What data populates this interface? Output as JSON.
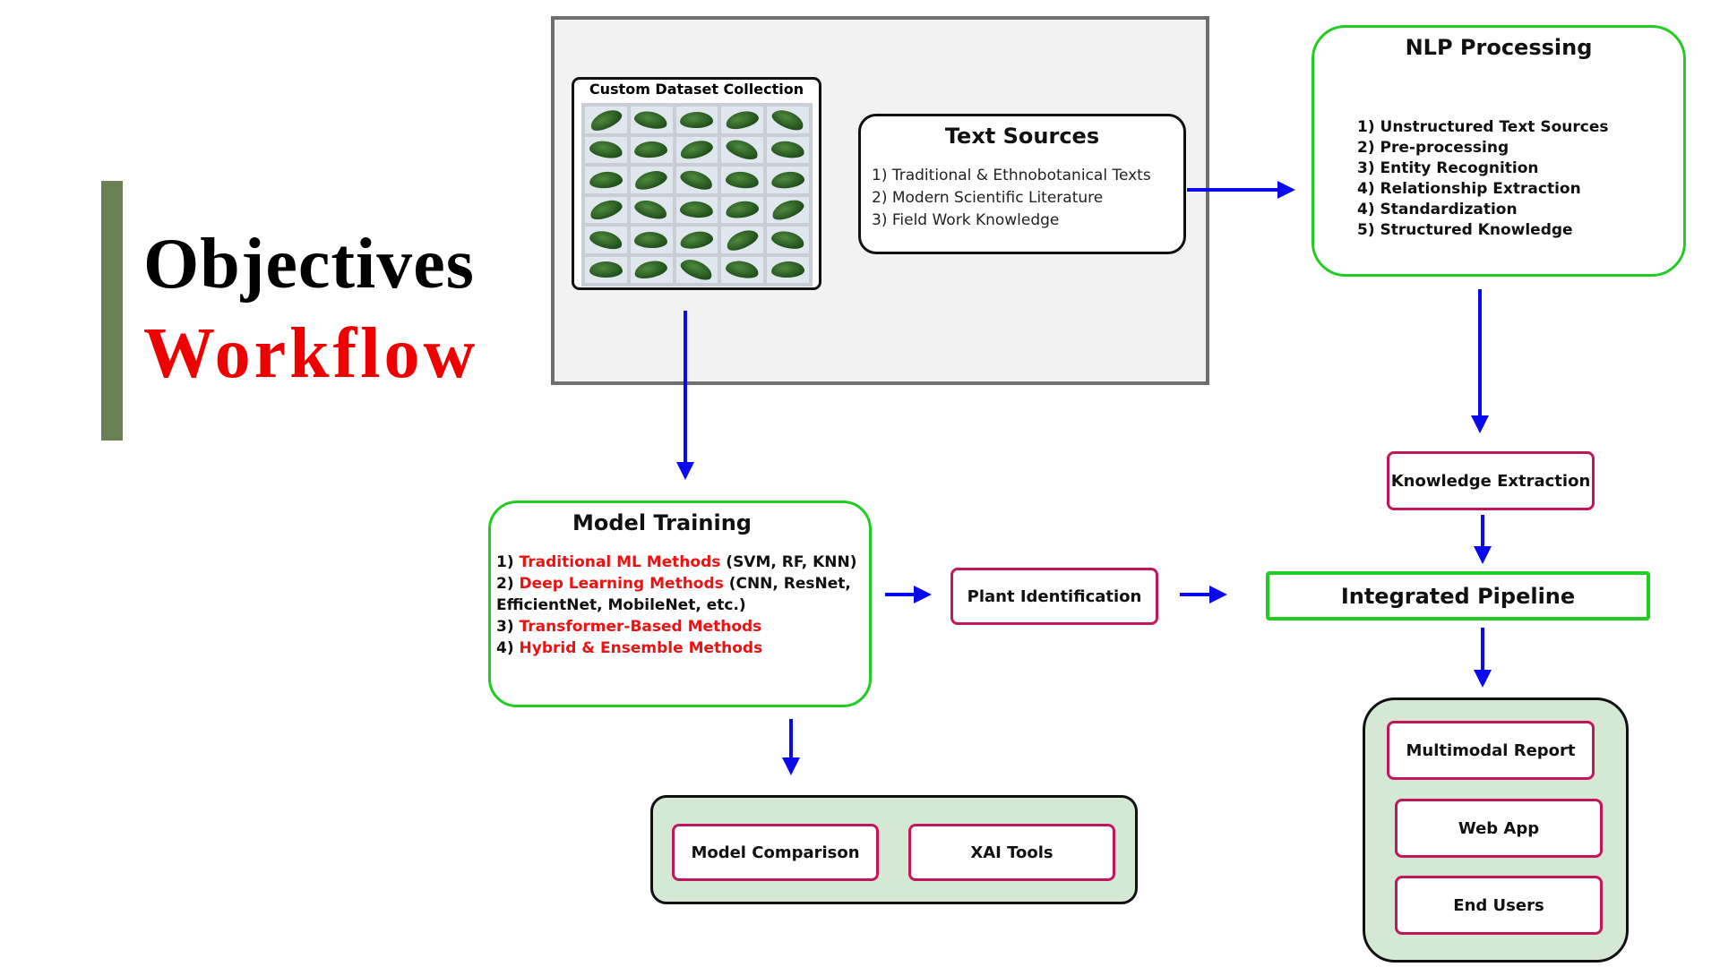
{
  "title": {
    "line1": "Objectives",
    "line2": "Workflow"
  },
  "dataset": {
    "title": "Custom Dataset Collection"
  },
  "text_sources": {
    "title": "Text Sources",
    "items": [
      "1) Traditional & Ethnobotanical Texts",
      "2) Modern Scientific Literature",
      "3) Field Work Knowledge"
    ]
  },
  "nlp": {
    "title": "NLP Processing",
    "items": [
      "1) Unstructured Text Sources",
      "2) Pre-processing",
      "3) Entity Recognition",
      "4) Relationship Extraction",
      "4) Standardization",
      "5) Structured Knowledge"
    ]
  },
  "model_training": {
    "title": "Model Training",
    "items": [
      {
        "num": "1) ",
        "method": "Traditional ML Methods",
        "detail": " (SVM, RF, KNN)"
      },
      {
        "num": " 2) ",
        "method": "Deep Learning Methods",
        "detail": " (CNN, ResNet, EfficientNet, MobileNet, etc.)"
      },
      {
        "num": " 3) ",
        "method": "Transformer-Based Methods",
        "detail": ""
      },
      {
        "num": " 4) ",
        "method": "Hybrid & Ensemble Methods",
        "detail": ""
      }
    ]
  },
  "nodes": {
    "plant_identification": "Plant Identification",
    "knowledge_extraction": "Knowledge Extraction",
    "integrated_pipeline": "Integrated Pipeline",
    "model_comparison": "Model Comparison",
    "xai_tools": "XAI Tools",
    "multimodal_report": "Multimodal Report",
    "web_app": "Web App",
    "end_users": "End Users"
  },
  "colors": {
    "arrow": "#0a0aee",
    "green_border": "#22cc22",
    "pink_border": "#c2185b",
    "panel_fill": "#d5e8d4",
    "accent_red": "#ee0000",
    "title_bar": "#6b7f55"
  }
}
